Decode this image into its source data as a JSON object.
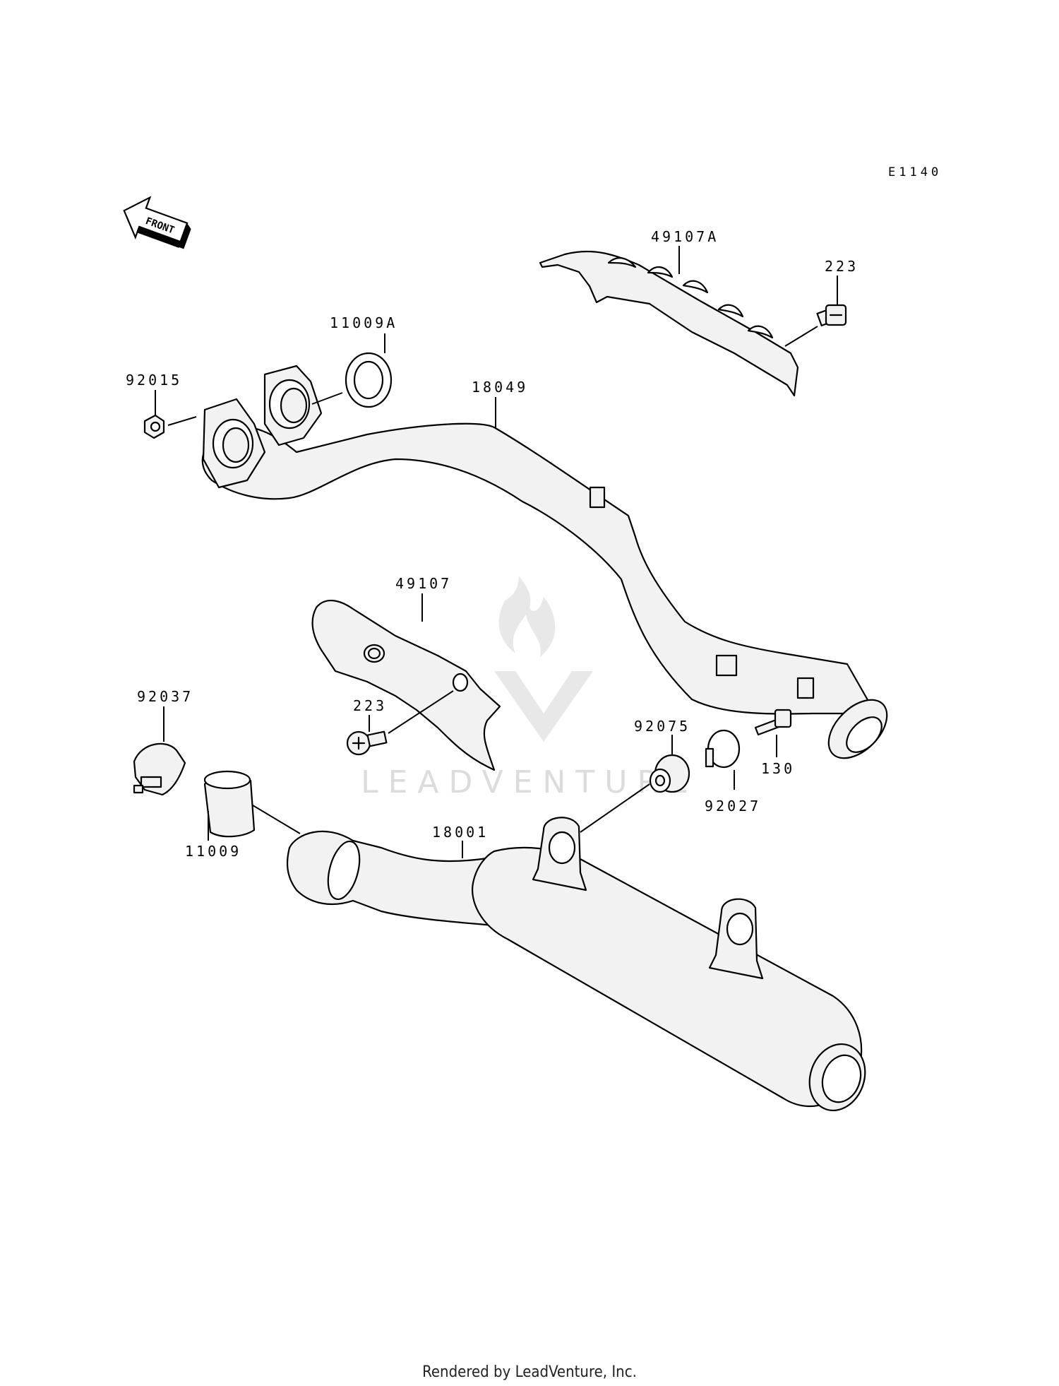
{
  "diagram": {
    "code": "E1140",
    "direction_arrow": "FRONT",
    "watermark": "LEADVENTURE",
    "labels": {
      "p49107A": "49107A",
      "p223_top": "223",
      "p11009A": "11009A",
      "p92015": "92015",
      "p18049": "18049",
      "p49107": "49107",
      "p223_mid": "223",
      "p92037": "92037",
      "p92075": "92075",
      "p130": "130",
      "p92027": "92027",
      "p11009": "11009",
      "p18001": "18001"
    }
  },
  "footer": {
    "text": "Rendered by LeadVenture, Inc."
  }
}
